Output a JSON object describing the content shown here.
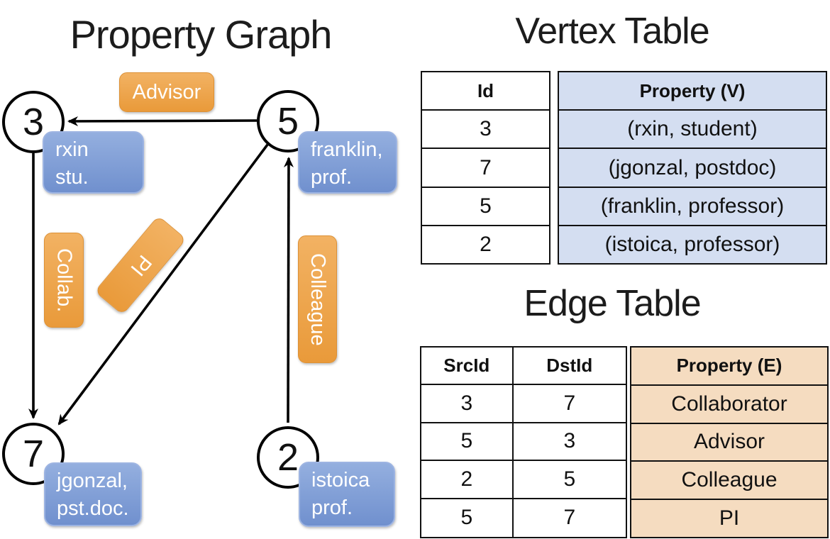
{
  "graph": {
    "title": "Property Graph",
    "nodes": [
      {
        "id": "3"
      },
      {
        "id": "5"
      },
      {
        "id": "7"
      },
      {
        "id": "2"
      }
    ],
    "vertex_boxes": [
      {
        "line1": "rxin",
        "line2": "stu."
      },
      {
        "line1": "franklin,",
        "line2": "prof."
      },
      {
        "line1": "jgonzal,",
        "line2": "pst.doc."
      },
      {
        "line1": "istoica",
        "line2": "prof."
      }
    ],
    "edge_boxes": [
      {
        "label": "Advisor"
      },
      {
        "label": "Collab."
      },
      {
        "label": "PI"
      },
      {
        "label": "Colleague"
      }
    ]
  },
  "vertex_table": {
    "title": "Vertex Table",
    "headers": {
      "id": "Id",
      "property": "Property (V)"
    },
    "rows": [
      {
        "id": "3",
        "property": "(rxin, student)"
      },
      {
        "id": "7",
        "property": "(jgonzal, postdoc)"
      },
      {
        "id": "5",
        "property": "(franklin, professor)"
      },
      {
        "id": "2",
        "property": "(istoica, professor)"
      }
    ]
  },
  "edge_table": {
    "title": "Edge Table",
    "headers": {
      "src": "SrcId",
      "dst": "DstId",
      "property": "Property (E)"
    },
    "rows": [
      {
        "src": "3",
        "dst": "7",
        "property": "Collaborator"
      },
      {
        "src": "5",
        "dst": "3",
        "property": "Advisor"
      },
      {
        "src": "2",
        "dst": "5",
        "property": "Colleague"
      },
      {
        "src": "5",
        "dst": "7",
        "property": "PI"
      }
    ]
  },
  "colors": {
    "edge_label_orange_top": "#f2b263",
    "edge_label_orange_bottom": "#e99a3a",
    "vertex_label_blue_top": "#94afdf",
    "vertex_label_blue_bottom": "#7090ce",
    "vertex_table_fill": "#d4def1",
    "edge_table_fill": "#f5dcc0",
    "line_color": "#000000",
    "background": "#ffffff"
  }
}
